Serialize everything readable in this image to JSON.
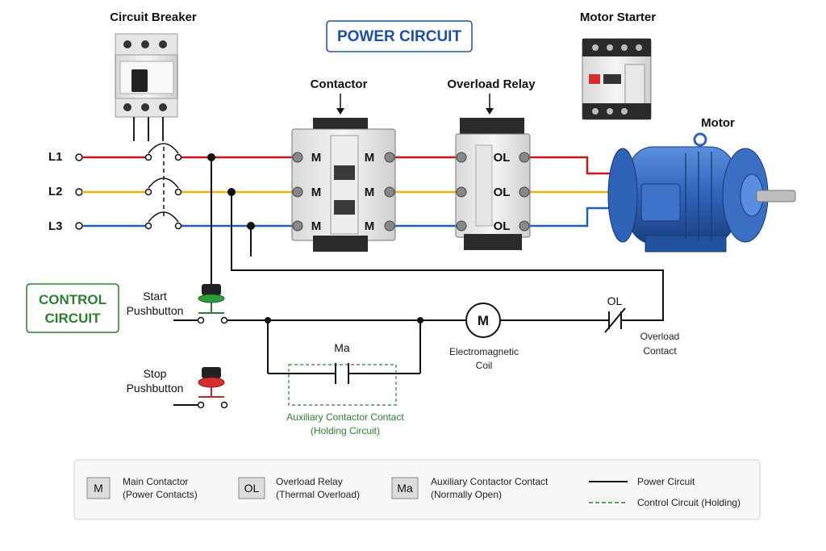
{
  "titles": {
    "power_circuit": "POWER CIRCUIT",
    "control_circuit_line1": "CONTROL",
    "control_circuit_line2": "CIRCUIT"
  },
  "components": {
    "circuit_breaker": "Circuit Breaker",
    "motor_starter": "Motor Starter",
    "contactor": "Contactor",
    "overload_relay": "Overload Relay",
    "motor": "Motor"
  },
  "lines": [
    "L1",
    "L2",
    "L3"
  ],
  "contactor_label": "M",
  "overload_label": "OL",
  "control": {
    "start_line1": "Start",
    "start_line2": "Pushbutton",
    "stop_line1": "Stop",
    "stop_line2": "Pushbutton",
    "coil_symbol": "M",
    "coil_line1": "Electromagnetic",
    "coil_line2": "Coil",
    "ol_contact_symbol": "OL",
    "ol_contact_line1": "Overload",
    "ol_contact_line2": "Contact",
    "aux_symbol": "Ma",
    "aux_line1": "Auxiliary Contactor Contact",
    "aux_line2": "(Holding Circuit)"
  },
  "legend": {
    "items": [
      {
        "symbol": "M",
        "line1": "Main Contactor",
        "line2": "(Power Contacts)"
      },
      {
        "symbol": "OL",
        "line1": "Overload Relay",
        "line2": "(Thermal Overload)"
      },
      {
        "symbol": "Ma",
        "line1": "Auxiliary Contactor Contact",
        "line2": "(Normally Open)"
      }
    ],
    "power_circuit": "Power Circuit",
    "control_circuit": "Control Circuit (Holding)"
  },
  "colors": {
    "l1": "#c4161c",
    "l2": "#e8b400",
    "l3": "#1f5fbf",
    "power_title": "#1e4fa8",
    "control_title": "#2e7d32",
    "aux_dashed": "#2e7d32",
    "motor_blue": "#2f63b8"
  }
}
